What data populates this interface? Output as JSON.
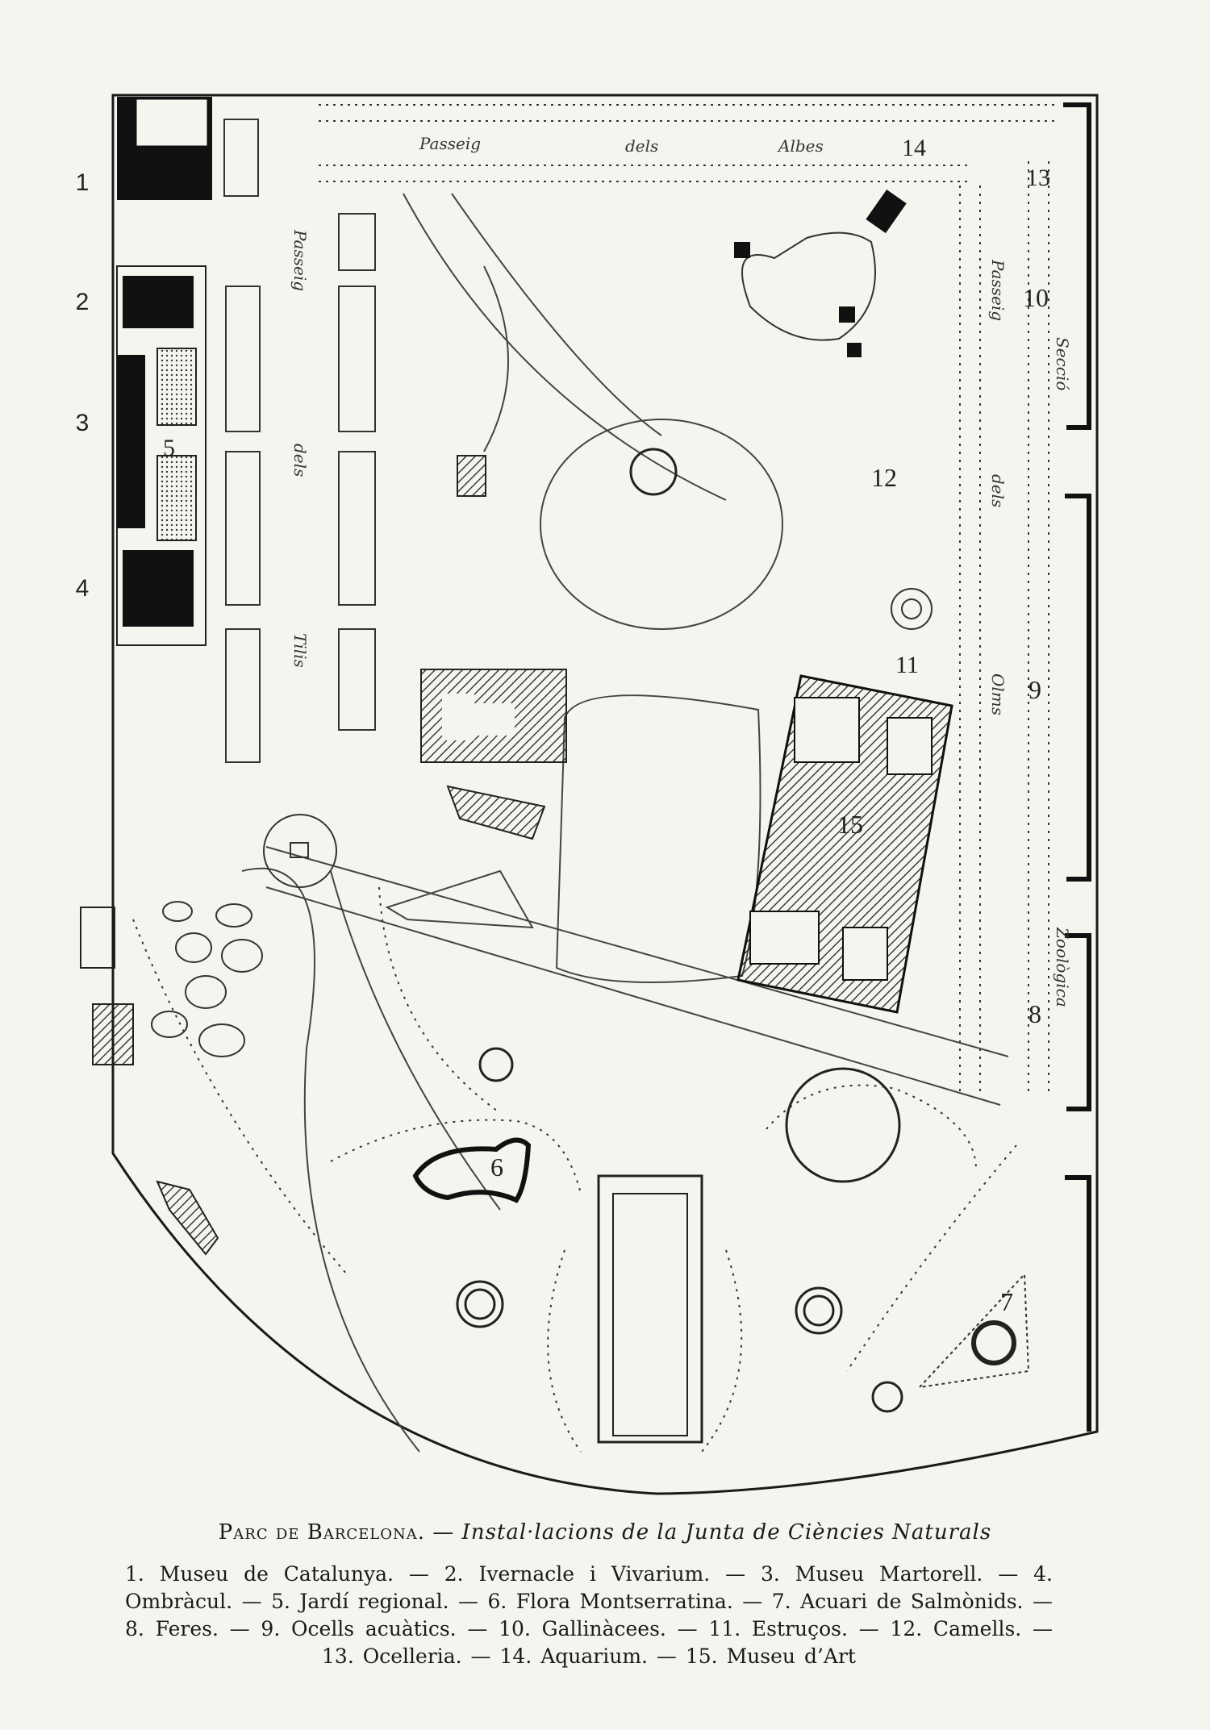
{
  "side_numbers": [
    "1",
    "2",
    "3",
    "4"
  ],
  "map_numbers": [
    "5",
    "6",
    "7",
    "8",
    "9",
    "10",
    "11",
    "12",
    "13",
    "14",
    "15"
  ],
  "road_labels": {
    "passeig_top_1": "Passeig",
    "passeig_top_2": "dels",
    "passeig_top_3": "Albes",
    "left_1": "Passeig",
    "left_2": "dels",
    "left_3": "Tilis",
    "right_1": "Passeig",
    "right_2": "dels",
    "right_3": "Olms",
    "seccio": "Secció",
    "zoologica": "Zoològica"
  },
  "caption": {
    "title": "Parc de Barcelona.",
    "dash": " — ",
    "subtitle": "Instal·lacions de la Junta de Ciències Naturals"
  },
  "legend_lines": [
    "1. Museu de Catalunya. — 2. Ivernacle i Vivarium. — 3. Museu Martorell. — 4. Ombràcul. — 5. Jardí regional. — 6. Flora Montserratina. — 7. Acuari de Salmònids. — 8. Feres. — 9. Ocells acuàtics. — 10. Gallinàcees. — 11. Estruços. — 12. Camells. — 13. Ocelleria. — 14. Aquarium. — 15. Museu d’Art"
  ],
  "colors": {
    "paper": "#f6f4ee",
    "ink": "#1a1a1a"
  }
}
